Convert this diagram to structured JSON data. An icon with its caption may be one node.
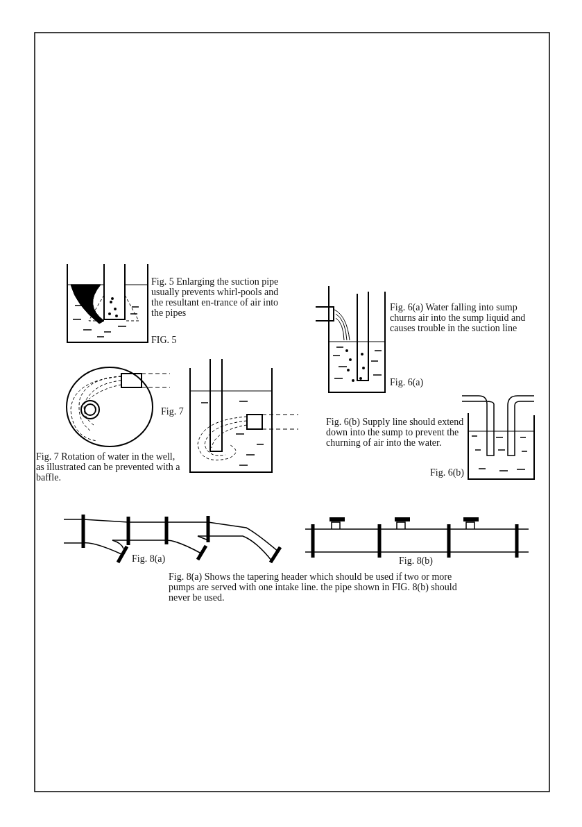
{
  "diagram": {
    "labels": [
      "Fig. 5 Enlarging the suction pipe usually prevents whirl-pools and the resultant en-trance of air into the pipes",
      "FIG. 5",
      "Fig. 6(a) Water falling into sump churns air into the sump liquid and causes trouble in the suction line",
      "Fig. 6(a)",
      "Fig. 7",
      "Fig. 6(b) Supply line should extend down into the sump to prevent the churning of air into the water.",
      "Fig. 7 Rotation of water in the well, as illustrated can be prevented with a baffle.",
      "Fig. 6(b)",
      "Fig. 8(a)",
      "Fig. 8(b)",
      "Fig. 8(a) Shows the tapering header which should be used if two or more pumps are served with one intake line. the pipe shown in FIG. 8(b) should never be used."
    ]
  }
}
